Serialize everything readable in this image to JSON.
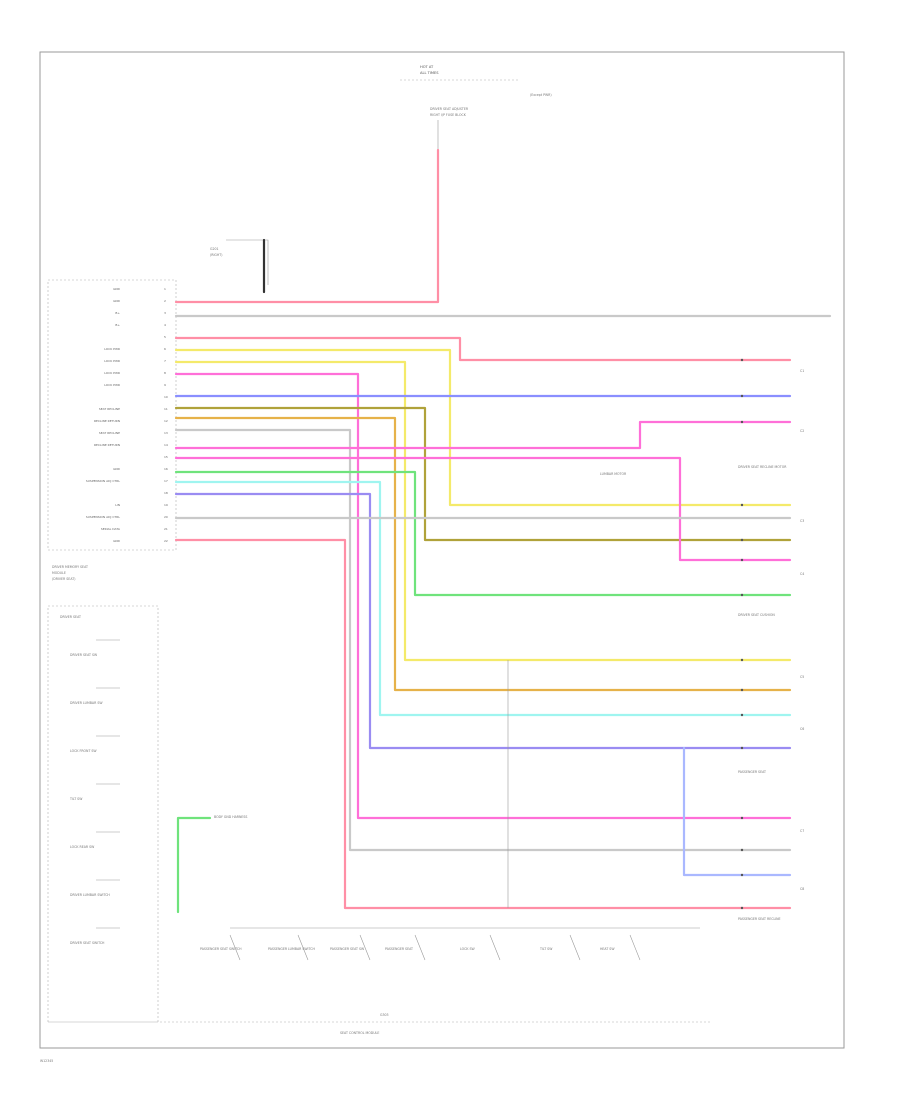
{
  "footer_id": "W12345",
  "top_fuse": {
    "line1": "HOT AT",
    "line2": "ALL TIMES",
    "fuse_label": "DRIVER SEAT ADJUSTER",
    "fuse_block": "RIGHT I/P FUSE BLOCK",
    "right_note": "(Except PWR)"
  },
  "ground": {
    "label": "G201",
    "sub": "(RIGHT)"
  },
  "module_label": {
    "line1": "DRIVER MEMORY SEAT",
    "line2": "MODULE",
    "line3": "(DRIVER SEAT)"
  },
  "left_pins": [
    "GND",
    "GND",
    "B+",
    "B+",
    "",
    "LOCK PWR",
    "LOCK PWR",
    "LOCK PWR",
    "LOCK PWR",
    "",
    "SEAT RECLINE",
    "RECLINE RETURN",
    "SEAT RECLINE",
    "RECLINE RETURN",
    "",
    "GND",
    "SUSPENSION ADJ CTRL",
    "",
    "LIN",
    "SUSPENSION ADJ CTRL",
    "SERIAL DATA",
    "GND"
  ],
  "switch_box": {
    "title": "DRIVER SEAT",
    "items": [
      "DRIVER SEAT SW",
      "DRIVER LUMBAR SW",
      "LOCK FRONT SW",
      "TILT SW",
      "LOCK REAR SW",
      "DRIVER LUMBAR SWITCH",
      "DRIVER SEAT SWITCH"
    ]
  },
  "ground_note": "BODY GND HARNESS",
  "right_labels": [
    "DRIVER SEAT RECLINE MOTOR",
    "DRIVER SEAT CUSHION",
    "PASSENGER SEAT",
    "PASSENGER SEAT RECLINE",
    "LUMBAR MOTOR"
  ],
  "right_connectors": [
    "C1",
    "C2",
    "C3",
    "C4",
    "C5",
    "C6",
    "C7",
    "C8"
  ],
  "bottom_switches": [
    "PASSENGER SEAT SWITCH",
    "PASSENGER LUMBAR SWITCH",
    "PASSENGER SEAT SW",
    "PASSENGER SEAT",
    "LOCK SW",
    "TILT SW",
    "HEAT SW"
  ],
  "bottom_labels": {
    "module": "SEAT CONTROL MODULE",
    "gnd": "G303"
  },
  "colors": {
    "red": "#ff8fa6",
    "pink": "#ff6fd8",
    "yellow": "#f4ea6a",
    "blue": "#8a8fff",
    "olive": "#b0a23a",
    "orange": "#e6b24a",
    "green": "#6fe37c",
    "cyan": "#9ff5f0",
    "gray": "#c9c9c9",
    "ltblue": "#aab8ff",
    "violet": "#9a8cf2"
  }
}
